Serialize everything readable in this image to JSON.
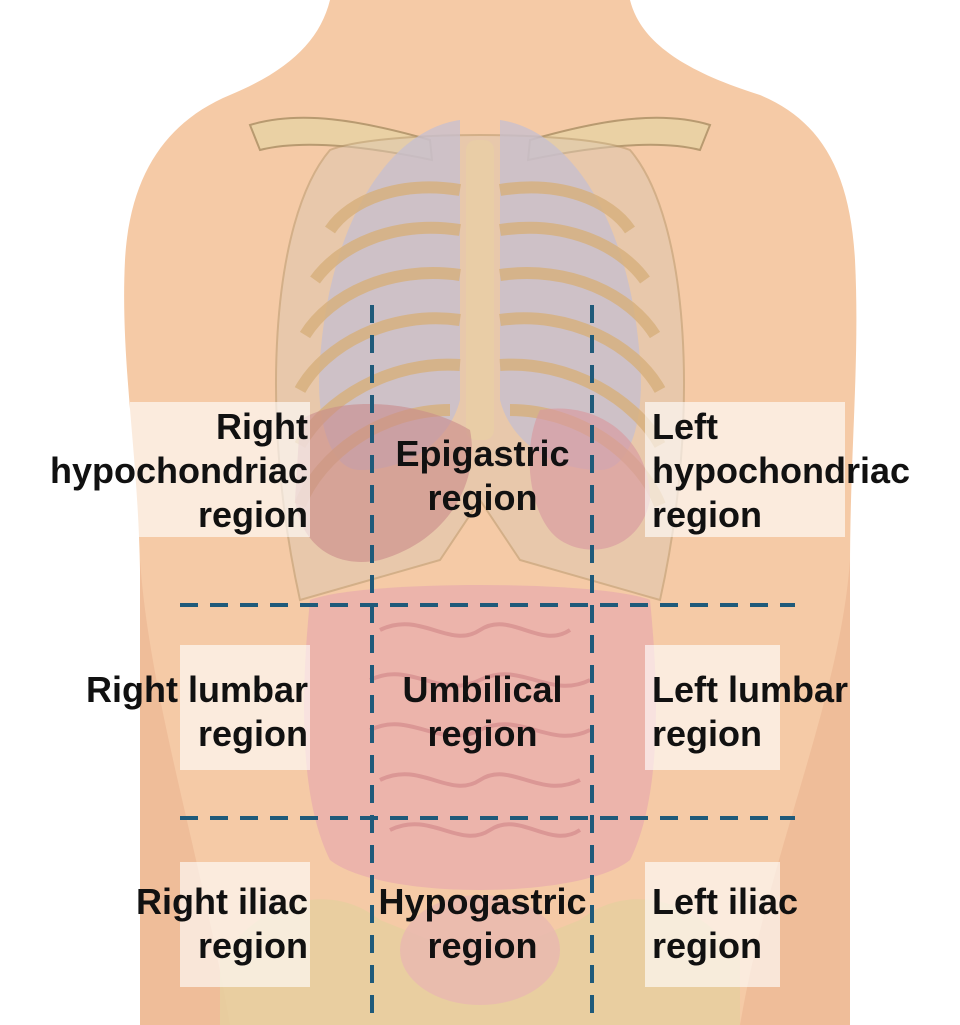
{
  "colors": {
    "skin": "#f5caa6",
    "skin_shadow": "#e8b18c",
    "rib": "#e2c18e",
    "lung": "#c6bfd0",
    "organ": "#e7a7a7",
    "intestine": "#eab0ac",
    "grid_line": "#1f5a7a"
  },
  "regions": {
    "right_hypochondriac": {
      "line1": "Right",
      "line2": "hypochondriac",
      "line3": "region"
    },
    "epigastric": {
      "line1": "Epigastric",
      "line2": "region"
    },
    "left_hypochondriac": {
      "line1": "Left",
      "line2": "hypochondriac",
      "line3": "region"
    },
    "right_lumbar": {
      "line1": "Right lumbar",
      "line2": "region"
    },
    "umbilical": {
      "line1": "Umbilical",
      "line2": "region"
    },
    "left_lumbar": {
      "line1": "Left lumbar",
      "line2": "region"
    },
    "right_iliac": {
      "line1": "Right iliac",
      "line2": "region"
    },
    "hypogastric": {
      "line1": "Hypogastric",
      "line2": "region"
    },
    "left_iliac": {
      "line1": "Left iliac",
      "line2": "region"
    }
  }
}
